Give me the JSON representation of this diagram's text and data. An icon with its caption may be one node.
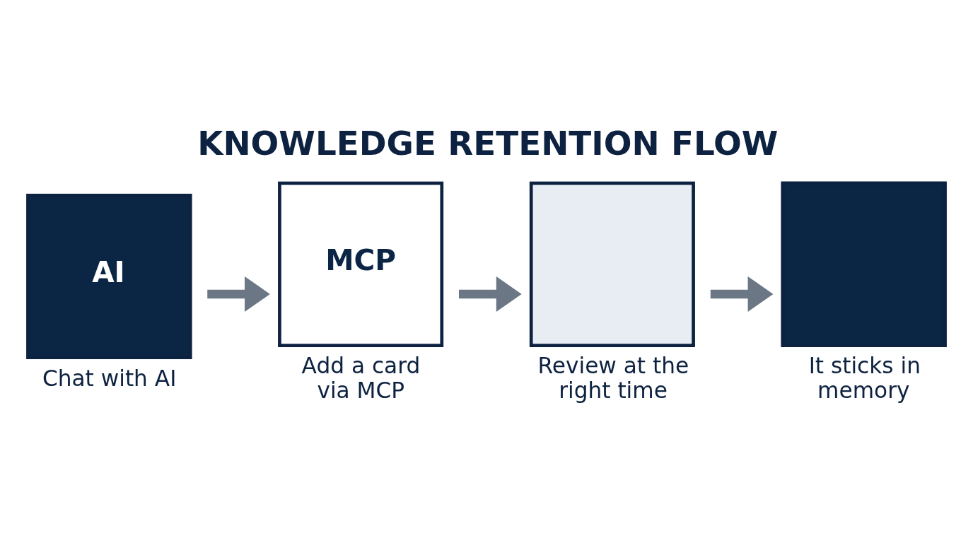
{
  "diagram": {
    "title": "KNOWLEDGE RETENTION FLOW",
    "nodes": [
      {
        "text": [
          "AI"
        ],
        "beside": [
          "Chat with AI"
        ]
      },
      {
        "text": [
          "MCP"
        ],
        "beside": [
          "Add a card via MCP"
        ]
      },
      {
        "text": [],
        "shape": "box",
        "beside": [
          "Review at the right time"
        ]
      },
      {
        "text": [],
        "shape": "box",
        "beside": [
          "It sticks in memory"
        ]
      }
    ],
    "edges": [
      {
        "from": 0,
        "to": 1,
        "arrow": "to"
      },
      {
        "from": 1,
        "to": 2,
        "arrow": "to"
      },
      {
        "from": 2,
        "to": 3,
        "arrow": "to"
      }
    ]
  }
}
